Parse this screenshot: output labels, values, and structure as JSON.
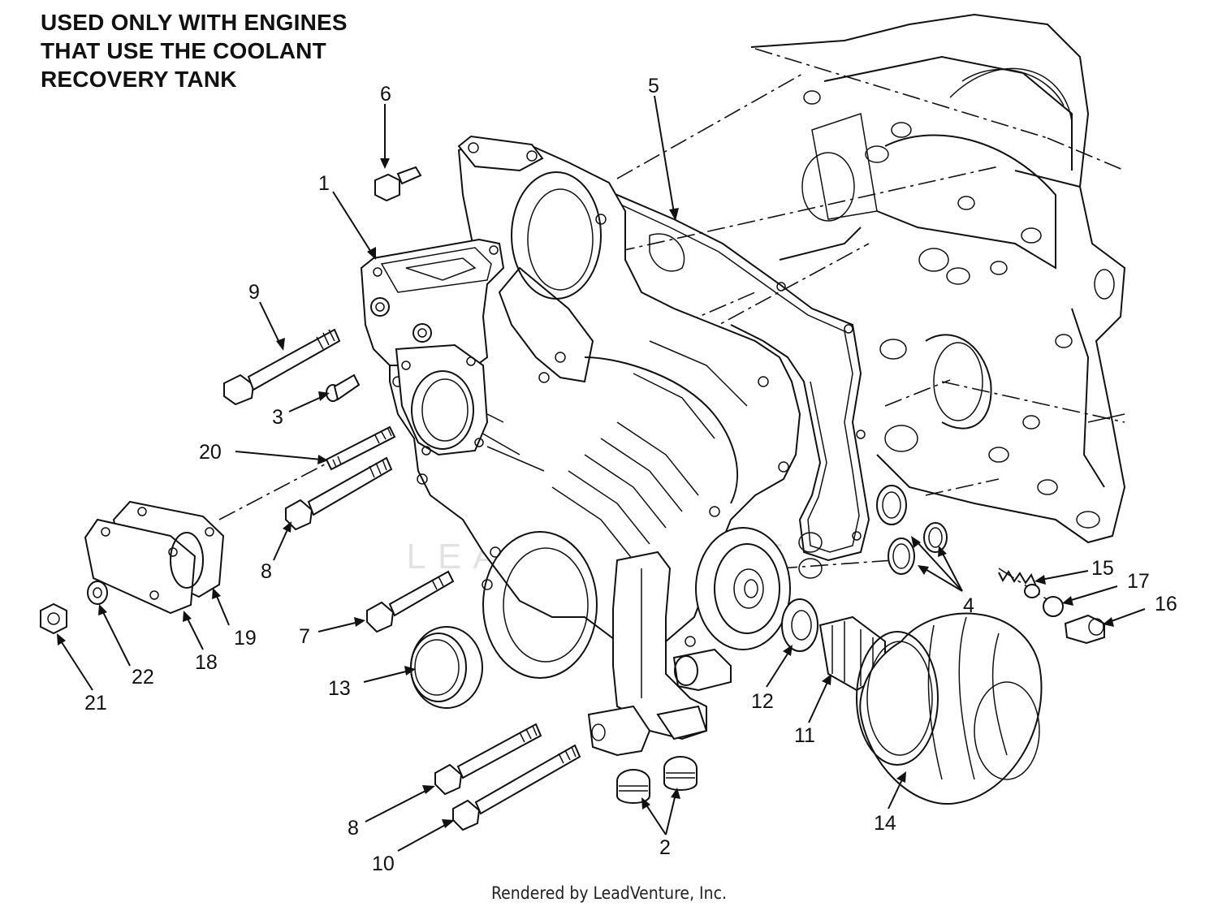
{
  "note": {
    "lines": [
      "USED ONLY WITH ENGINES",
      "THAT USE THE COOLANT",
      "RECOVERY TANK"
    ]
  },
  "callouts": {
    "c1": "1",
    "c2": "2",
    "c3": "3",
    "c4": "4",
    "c5": "5",
    "c6": "6",
    "c7": "7",
    "c8a": "8",
    "c8b": "8",
    "c9": "9",
    "c10": "10",
    "c11": "11",
    "c12": "12",
    "c13": "13",
    "c14": "14",
    "c15": "15",
    "c16": "16",
    "c17": "17",
    "c18": "18",
    "c19": "19",
    "c20": "20",
    "c21": "21",
    "c22": "22"
  },
  "watermark": "LEADVENTURE",
  "footer": "Rendered by LeadVenture, Inc."
}
